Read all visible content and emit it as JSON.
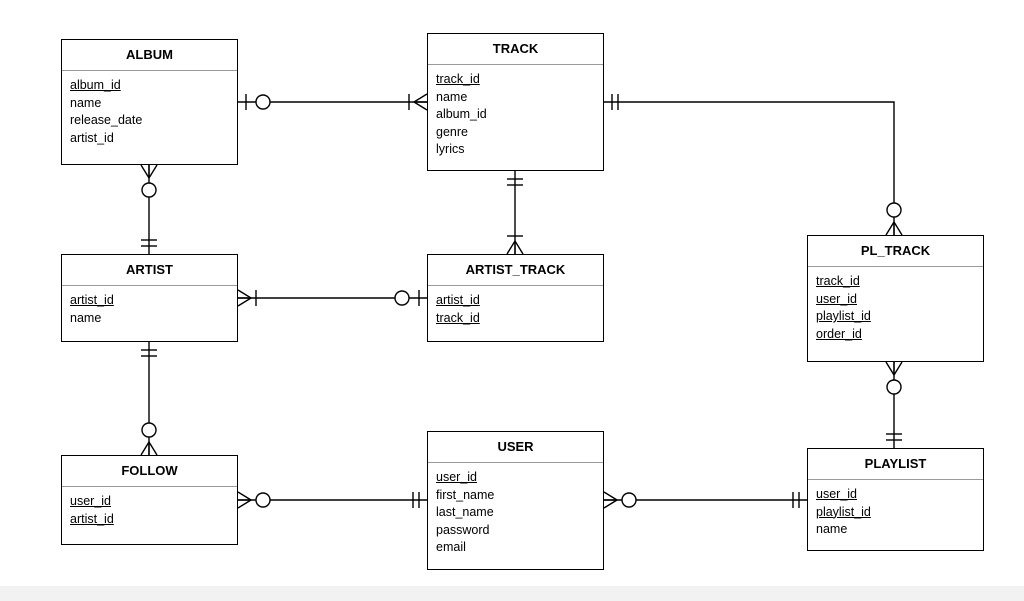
{
  "diagram": {
    "entities": [
      {
        "id": "album",
        "title": "ALBUM",
        "attributes": [
          {
            "name": "album_id",
            "underline": true
          },
          {
            "name": "name",
            "underline": false
          },
          {
            "name": "release_date",
            "underline": false
          },
          {
            "name": "artist_id",
            "underline": false
          }
        ]
      },
      {
        "id": "track",
        "title": "TRACK",
        "attributes": [
          {
            "name": "track_id",
            "underline": true
          },
          {
            "name": "name",
            "underline": false
          },
          {
            "name": "album_id",
            "underline": false
          },
          {
            "name": "genre",
            "underline": false
          },
          {
            "name": "lyrics",
            "underline": false
          }
        ]
      },
      {
        "id": "artist",
        "title": "ARTIST",
        "attributes": [
          {
            "name": "artist_id",
            "underline": true
          },
          {
            "name": "name",
            "underline": false
          }
        ]
      },
      {
        "id": "artist_track",
        "title": "ARTIST_TRACK",
        "attributes": [
          {
            "name": "artist_id",
            "underline": true
          },
          {
            "name": "track_id",
            "underline": true
          }
        ]
      },
      {
        "id": "pl_track",
        "title": "PL_TRACK",
        "attributes": [
          {
            "name": "track_id",
            "underline": true
          },
          {
            "name": "user_id",
            "underline": true
          },
          {
            "name": "playlist_id",
            "underline": true
          },
          {
            "name": "order_id",
            "underline": true
          }
        ]
      },
      {
        "id": "follow",
        "title": "FOLLOW",
        "attributes": [
          {
            "name": "user_id",
            "underline": true
          },
          {
            "name": "artist_id",
            "underline": true
          }
        ]
      },
      {
        "id": "user",
        "title": "USER",
        "attributes": [
          {
            "name": "user_id",
            "underline": true
          },
          {
            "name": "first_name",
            "underline": false
          },
          {
            "name": "last_name",
            "underline": false
          },
          {
            "name": "password",
            "underline": false
          },
          {
            "name": "email",
            "underline": false
          }
        ]
      },
      {
        "id": "playlist",
        "title": "PLAYLIST",
        "attributes": [
          {
            "name": "user_id",
            "underline": true
          },
          {
            "name": "playlist_id",
            "underline": true
          },
          {
            "name": "name",
            "underline": false
          }
        ]
      }
    ],
    "relationships": [
      {
        "id": "album-track",
        "from": "album",
        "to": "track",
        "from_end": "zero-or-one",
        "to_end": "one-or-many"
      },
      {
        "id": "album-artist",
        "from": "album",
        "to": "artist",
        "from_end": "zero-or-many",
        "to_end": "exactly-one"
      },
      {
        "id": "track-artist_track",
        "from": "track",
        "to": "artist_track",
        "from_end": "exactly-one",
        "to_end": "one-or-many"
      },
      {
        "id": "artist-artist_track",
        "from": "artist",
        "to": "artist_track",
        "from_end": "one-or-many",
        "to_end": "zero-or-one"
      },
      {
        "id": "track-pl_track",
        "from": "track",
        "to": "pl_track",
        "from_end": "exactly-one",
        "to_end": "zero-or-many"
      },
      {
        "id": "pl_track-playlist",
        "from": "pl_track",
        "to": "playlist",
        "from_end": "zero-or-many",
        "to_end": "exactly-one"
      },
      {
        "id": "artist-follow",
        "from": "artist",
        "to": "follow",
        "from_end": "exactly-one",
        "to_end": "zero-or-many"
      },
      {
        "id": "follow-user",
        "from": "follow",
        "to": "user",
        "from_end": "zero-or-many",
        "to_end": "exactly-one"
      },
      {
        "id": "user-playlist",
        "from": "user",
        "to": "playlist",
        "from_end": "zero-or-many",
        "to_end": "exactly-one"
      }
    ]
  },
  "colors": {
    "stroke": "#000000",
    "background": "#ffffff",
    "divider": "#9a9a9a",
    "bottom_strip": "#f2f2f2"
  }
}
